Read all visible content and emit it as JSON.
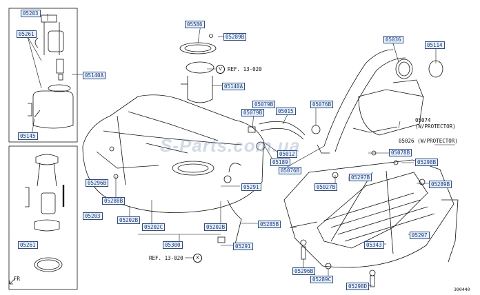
{
  "watermark": "S-Parts.com.ua",
  "diagram_id": "300440",
  "direction": "FR",
  "refs": {
    "v_letter": "V",
    "v_text": "REF. 13-020",
    "x_letter": "X",
    "x_text": "REF. 13-020"
  },
  "notes": {
    "protector_1": "05074\n(W/PROTECTOR)",
    "protector_2": "05026 (W/PROTECTOR)"
  },
  "labels": {
    "l05203a": "05203",
    "l05261a": "05261",
    "l05140a_left": "05140A",
    "l05145": "05145",
    "l05586": "05586",
    "l05289_top": "05289B",
    "l05140a_mid": "05140A",
    "l05036": "05036",
    "l05114": "05114",
    "l05079": "05079B",
    "l05015": "05015",
    "l05076": "05076B",
    "l05078": "05078B",
    "l05012": "05012",
    "l05189": "05189",
    "l05079c": "05079B",
    "l05076c": "05076B",
    "l05298_right": "05298B",
    "l05296": "05296B",
    "l05288": "05288B",
    "l05291a": "05291",
    "l05027": "05027B",
    "l05297b": "05297B",
    "l05289c": "05289B",
    "l05202a": "05202B",
    "l05202b": "05202C",
    "l05202c": "05202B",
    "l05285": "05285B",
    "l05300": "05300",
    "l05291b": "05291",
    "l05203b": "05203",
    "l05261b": "05261",
    "l05343": "05343",
    "l05297": "05297",
    "l05296b": "05296B",
    "l05289d": "05289C",
    "l05298d": "05298D"
  }
}
